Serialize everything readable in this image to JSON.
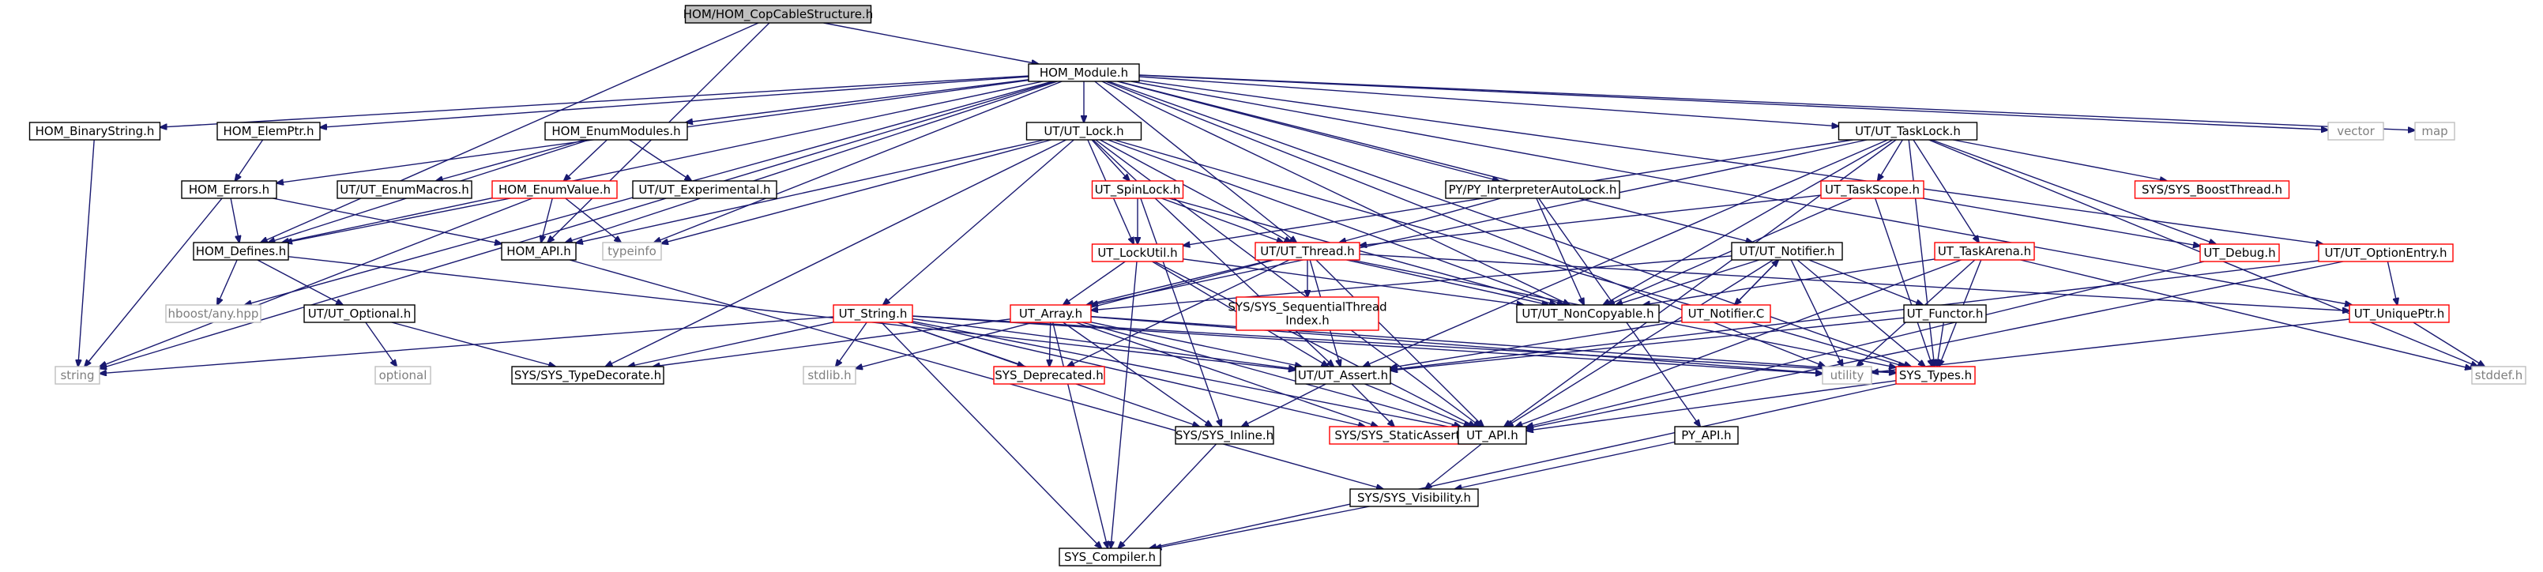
{
  "colors": {
    "edge": "#191970",
    "node_border": "#000000",
    "node_border_truncated": "#ff0000",
    "node_border_external": "#bfbfbf",
    "root_fill": "#bfbfbf",
    "text_default": "#000000",
    "text_external": "#7f7f7f"
  },
  "nodes": [
    {
      "id": "root",
      "label": "HOM/HOM_CopCableStructure.h",
      "style": "root"
    },
    {
      "id": "hom_module",
      "label": "HOM_Module.h",
      "style": "normal"
    },
    {
      "id": "hom_binarystring",
      "label": "HOM_BinaryString.h",
      "style": "normal"
    },
    {
      "id": "hom_elemptr",
      "label": "HOM_ElemPtr.h",
      "style": "normal"
    },
    {
      "id": "hom_enummodules",
      "label": "HOM_EnumModules.h",
      "style": "normal"
    },
    {
      "id": "ut_lock",
      "label": "UT/UT_Lock.h",
      "style": "normal"
    },
    {
      "id": "ut_tasklock",
      "label": "UT/UT_TaskLock.h",
      "style": "normal"
    },
    {
      "id": "vector",
      "label": "vector",
      "style": "external"
    },
    {
      "id": "map",
      "label": "map",
      "style": "external"
    },
    {
      "id": "hom_errors",
      "label": "HOM_Errors.h",
      "style": "normal"
    },
    {
      "id": "ut_enummacros",
      "label": "UT/UT_EnumMacros.h",
      "style": "normal"
    },
    {
      "id": "hom_enumvalue",
      "label": "HOM_EnumValue.h",
      "style": "truncated"
    },
    {
      "id": "ut_experimental",
      "label": "UT/UT_Experimental.h",
      "style": "normal"
    },
    {
      "id": "ut_spinlock",
      "label": "UT_SpinLock.h",
      "style": "truncated"
    },
    {
      "id": "py_interp",
      "label": "PY/PY_InterpreterAutoLock.h",
      "style": "normal"
    },
    {
      "id": "ut_taskscope",
      "label": "UT_TaskScope.h",
      "style": "truncated"
    },
    {
      "id": "sys_boostthread",
      "label": "SYS/SYS_BoostThread.h",
      "style": "truncated"
    },
    {
      "id": "ut_optionentry",
      "label": "UT/UT_OptionEntry.h",
      "style": "truncated"
    },
    {
      "id": "hom_defines",
      "label": "HOM_Defines.h",
      "style": "normal"
    },
    {
      "id": "hom_api",
      "label": "HOM_API.h",
      "style": "normal"
    },
    {
      "id": "typeinfo",
      "label": "typeinfo",
      "style": "external"
    },
    {
      "id": "ut_lockutil",
      "label": "UT_LockUtil.h",
      "style": "truncated"
    },
    {
      "id": "ut_thread",
      "label": "UT/UT_Thread.h",
      "style": "truncated"
    },
    {
      "id": "ut_notifier",
      "label": "UT/UT_Notifier.h",
      "style": "normal"
    },
    {
      "id": "ut_taskarena",
      "label": "UT_TaskArena.h",
      "style": "truncated"
    },
    {
      "id": "ut_debug",
      "label": "UT_Debug.h",
      "style": "truncated"
    },
    {
      "id": "ut_uniqueptr",
      "label": "UT_UniquePtr.h",
      "style": "truncated"
    },
    {
      "id": "hboost_any",
      "label": "hboost/any.hpp",
      "style": "external"
    },
    {
      "id": "ut_optional",
      "label": "UT/UT_Optional.h",
      "style": "normal"
    },
    {
      "id": "sys_sequentialthreadindex",
      "label": [
        "SYS/SYS_SequentialThread",
        "Index.h"
      ],
      "style": "truncated"
    },
    {
      "id": "ut_array",
      "label": "UT_Array.h",
      "style": "truncated"
    },
    {
      "id": "ut_noncopyable",
      "label": "UT/UT_NonCopyable.h",
      "style": "normal"
    },
    {
      "id": "ut_notifier_c",
      "label": "UT_Notifier.C",
      "style": "truncated"
    },
    {
      "id": "ut_functor",
      "label": "UT_Functor.h",
      "style": "normal"
    },
    {
      "id": "ut_string",
      "label": "UT_String.h",
      "style": "truncated"
    },
    {
      "id": "string",
      "label": "string",
      "style": "external"
    },
    {
      "id": "optional",
      "label": "optional",
      "style": "external"
    },
    {
      "id": "stdlib",
      "label": "stdlib.h",
      "style": "external"
    },
    {
      "id": "sys_typedecorate",
      "label": "SYS/SYS_TypeDecorate.h",
      "style": "normal"
    },
    {
      "id": "sys_deprecated",
      "label": "SYS_Deprecated.h",
      "style": "truncated"
    },
    {
      "id": "ut_assert",
      "label": "UT/UT_Assert.h",
      "style": "normal"
    },
    {
      "id": "utility",
      "label": "utility",
      "style": "external"
    },
    {
      "id": "sys_types",
      "label": "SYS_Types.h",
      "style": "truncated"
    },
    {
      "id": "stddef",
      "label": "stddef.h",
      "style": "external"
    },
    {
      "id": "sys_inline",
      "label": "SYS/SYS_Inline.h",
      "style": "normal"
    },
    {
      "id": "sys_staticassert",
      "label": "SYS/SYS_StaticAssert.h",
      "style": "truncated"
    },
    {
      "id": "ut_api",
      "label": "UT_API.h",
      "style": "normal"
    },
    {
      "id": "py_api",
      "label": "PY_API.h",
      "style": "normal"
    },
    {
      "id": "sys_visibility",
      "label": "SYS/SYS_Visibility.h",
      "style": "normal"
    },
    {
      "id": "sys_compiler",
      "label": "SYS_Compiler.h",
      "style": "normal"
    }
  ],
  "edges": [
    [
      "root",
      "hom_module"
    ],
    [
      "root",
      "hom_defines"
    ],
    [
      "root",
      "hom_api"
    ],
    [
      "hom_module",
      "hom_binarystring"
    ],
    [
      "hom_module",
      "hom_elemptr"
    ],
    [
      "hom_module",
      "hom_enummodules"
    ],
    [
      "hom_module",
      "ut_lock"
    ],
    [
      "hom_module",
      "ut_tasklock"
    ],
    [
      "hom_module",
      "vector"
    ],
    [
      "hom_module",
      "map"
    ],
    [
      "hom_module",
      "hom_errors"
    ],
    [
      "hom_module",
      "hom_defines"
    ],
    [
      "hom_module",
      "hom_api"
    ],
    [
      "hom_module",
      "typeinfo"
    ],
    [
      "hom_module",
      "py_interp"
    ],
    [
      "hom_module",
      "ut_thread"
    ],
    [
      "hom_module",
      "ut_noncopyable"
    ],
    [
      "hom_module",
      "ut_notifier"
    ],
    [
      "hom_module",
      "ut_optionentry"
    ],
    [
      "hom_module",
      "ut_uniqueptr"
    ],
    [
      "hom_module",
      "string"
    ],
    [
      "hom_module",
      "hboost_any"
    ],
    [
      "hom_module",
      "sys_types"
    ],
    [
      "hom_module",
      "utility"
    ],
    [
      "hom_binarystring",
      "string"
    ],
    [
      "hom_elemptr",
      "hom_errors"
    ],
    [
      "hom_enummodules",
      "ut_enummacros"
    ],
    [
      "hom_enummodules",
      "hom_enumvalue"
    ],
    [
      "hom_enummodules",
      "ut_experimental"
    ],
    [
      "hom_enummodules",
      "hom_defines"
    ],
    [
      "ut_lock",
      "ut_spinlock"
    ],
    [
      "ut_lock",
      "ut_lockutil"
    ],
    [
      "ut_lock",
      "ut_thread"
    ],
    [
      "ut_lock",
      "ut_noncopyable"
    ],
    [
      "ut_lock",
      "ut_assert"
    ],
    [
      "ut_lock",
      "ut_api"
    ],
    [
      "ut_lock",
      "hom_api"
    ],
    [
      "ut_lock",
      "sys_typedecorate"
    ],
    [
      "ut_lock",
      "ut_string"
    ],
    [
      "ut_lock",
      "sys_types"
    ],
    [
      "ut_lock",
      "typeinfo"
    ],
    [
      "ut_tasklock",
      "ut_taskscope"
    ],
    [
      "ut_tasklock",
      "sys_boostthread"
    ],
    [
      "ut_tasklock",
      "ut_taskarena"
    ],
    [
      "ut_tasklock",
      "ut_debug"
    ],
    [
      "ut_tasklock",
      "ut_lockutil"
    ],
    [
      "ut_tasklock",
      "ut_noncopyable"
    ],
    [
      "ut_tasklock",
      "ut_assert"
    ],
    [
      "ut_tasklock",
      "ut_array"
    ],
    [
      "ut_tasklock",
      "sys_types"
    ],
    [
      "ut_tasklock",
      "stddef"
    ],
    [
      "ut_tasklock",
      "ut_api"
    ],
    [
      "hom_errors",
      "hom_defines"
    ],
    [
      "hom_errors",
      "hom_api"
    ],
    [
      "hom_errors",
      "string"
    ],
    [
      "hom_enumvalue",
      "hom_defines"
    ],
    [
      "hom_enumvalue",
      "hom_api"
    ],
    [
      "hom_enumvalue",
      "typeinfo"
    ],
    [
      "hom_enumvalue",
      "string"
    ],
    [
      "ut_spinlock",
      "ut_lockutil"
    ],
    [
      "ut_spinlock",
      "ut_thread"
    ],
    [
      "ut_spinlock",
      "ut_noncopyable"
    ],
    [
      "ut_spinlock",
      "sys_inline"
    ],
    [
      "py_interp",
      "ut_thread"
    ],
    [
      "py_interp",
      "ut_noncopyable"
    ],
    [
      "py_interp",
      "py_api"
    ],
    [
      "ut_taskscope",
      "ut_thread"
    ],
    [
      "ut_taskscope",
      "ut_debug"
    ],
    [
      "ut_taskscope",
      "ut_noncopyable"
    ],
    [
      "ut_taskscope",
      "sys_types"
    ],
    [
      "ut_optionentry",
      "ut_uniqueptr"
    ],
    [
      "ut_optionentry",
      "ut_assert"
    ],
    [
      "ut_optionentry",
      "ut_api"
    ],
    [
      "hom_defines",
      "hboost_any"
    ],
    [
      "hom_defines",
      "ut_optional"
    ],
    [
      "hom_defines",
      "ut_assert"
    ],
    [
      "hom_api",
      "sys_visibility"
    ],
    [
      "ut_lockutil",
      "ut_array"
    ],
    [
      "ut_lockutil",
      "ut_noncopyable"
    ],
    [
      "ut_lockutil",
      "ut_assert"
    ],
    [
      "ut_lockutil",
      "ut_api"
    ],
    [
      "ut_lockutil",
      "sys_compiler"
    ],
    [
      "ut_thread",
      "sys_sequentialthreadindex"
    ],
    [
      "ut_thread",
      "ut_array"
    ],
    [
      "ut_thread",
      "ut_noncopyable"
    ],
    [
      "ut_thread",
      "ut_assert"
    ],
    [
      "ut_thread",
      "ut_api"
    ],
    [
      "ut_thread",
      "sys_deprecated"
    ],
    [
      "ut_thread",
      "stdlib"
    ],
    [
      "ut_thread",
      "sys_types"
    ],
    [
      "ut_thread",
      "ut_uniqueptr"
    ],
    [
      "ut_notifier",
      "ut_noncopyable"
    ],
    [
      "ut_notifier",
      "ut_notifier_c"
    ],
    [
      "ut_notifier",
      "ut_functor"
    ],
    [
      "ut_notifier",
      "ut_array"
    ],
    [
      "ut_notifier",
      "utility"
    ],
    [
      "ut_notifier",
      "ut_api"
    ],
    [
      "ut_notifier",
      "sys_types"
    ],
    [
      "ut_taskarena",
      "ut_noncopyable"
    ],
    [
      "ut_taskarena",
      "sys_types"
    ],
    [
      "ut_taskarena",
      "ut_api"
    ],
    [
      "ut_taskarena",
      "utility"
    ],
    [
      "ut_taskarena",
      "stddef"
    ],
    [
      "ut_debug",
      "ut_api"
    ],
    [
      "ut_uniqueptr",
      "utility"
    ],
    [
      "ut_uniqueptr",
      "stddef"
    ],
    [
      "ut_optional",
      "optional"
    ],
    [
      "ut_optional",
      "sys_typedecorate"
    ],
    [
      "ut_array",
      "ut_assert"
    ],
    [
      "ut_array",
      "sys_deprecated"
    ],
    [
      "ut_array",
      "sys_types"
    ],
    [
      "ut_array",
      "sys_inline"
    ],
    [
      "ut_array",
      "ut_api"
    ],
    [
      "ut_array",
      "sys_compiler"
    ],
    [
      "ut_array",
      "utility"
    ],
    [
      "ut_array",
      "sys_staticassert"
    ],
    [
      "ut_array",
      "sys_typedecorate"
    ],
    [
      "ut_notifier_c",
      "ut_notifier"
    ],
    [
      "ut_notifier_c",
      "ut_assert"
    ],
    [
      "ut_functor",
      "ut_assert"
    ],
    [
      "ut_functor",
      "sys_types"
    ],
    [
      "ut_string",
      "string"
    ],
    [
      "ut_string",
      "stdlib"
    ],
    [
      "ut_string",
      "sys_deprecated"
    ],
    [
      "ut_string",
      "ut_assert"
    ],
    [
      "ut_string",
      "sys_types"
    ],
    [
      "ut_string",
      "utility"
    ],
    [
      "ut_string",
      "ut_api"
    ],
    [
      "ut_string",
      "sys_inline"
    ],
    [
      "ut_string",
      "sys_staticassert"
    ],
    [
      "ut_string",
      "sys_compiler"
    ],
    [
      "ut_string",
      "sys_typedecorate"
    ],
    [
      "ut_assert",
      "sys_inline"
    ],
    [
      "ut_assert",
      "sys_staticassert"
    ],
    [
      "ut_assert",
      "ut_api"
    ],
    [
      "sys_types",
      "ut_api"
    ],
    [
      "sys_types",
      "sys_compiler"
    ],
    [
      "sys_inline",
      "sys_compiler"
    ],
    [
      "ut_api",
      "sys_visibility"
    ],
    [
      "py_api",
      "sys_visibility"
    ],
    [
      "sys_visibility",
      "sys_compiler"
    ]
  ]
}
